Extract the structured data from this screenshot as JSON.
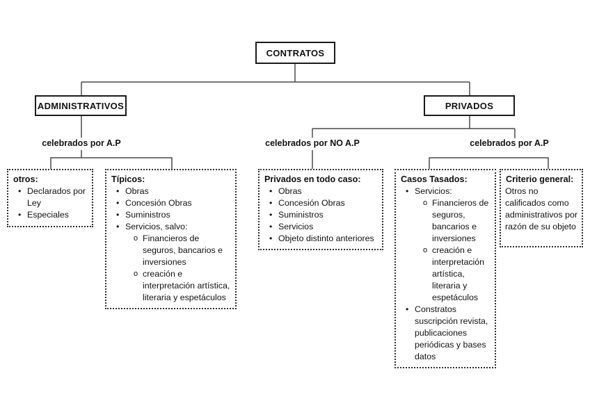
{
  "diagram": {
    "root": {
      "label": "CONTRATOS"
    },
    "level2": {
      "left": {
        "label": "ADMINISTRATIVOS"
      },
      "right": {
        "label": "PRIVADOS"
      }
    },
    "group_labels": {
      "admin_ap": "celebrados por A.P",
      "priv_no_ap": "celebrados por NO A.P",
      "priv_ap": "celebrados por A.P"
    },
    "boxes": {
      "otros": {
        "title": "otros:",
        "items": [
          {
            "level": 1,
            "text": "Declarados por Ley"
          },
          {
            "level": 1,
            "text": "Especiales"
          }
        ]
      },
      "tipicos": {
        "title": "Típicos:",
        "items": [
          {
            "level": 1,
            "text": "Obras"
          },
          {
            "level": 1,
            "text": "Concesión Obras"
          },
          {
            "level": 1,
            "text": "Suministros"
          },
          {
            "level": 1,
            "text": "Servicios, salvo:"
          },
          {
            "level": 2,
            "text": "Financieros de seguros, bancarios e inversiones"
          },
          {
            "level": 2,
            "text": "creación e interpretación artística, literaria y espetáculos"
          }
        ]
      },
      "privados_en_todo_caso": {
        "title": "Privados en todo caso:",
        "items": [
          {
            "level": 1,
            "text": "Obras"
          },
          {
            "level": 1,
            "text": "Concesión Obras"
          },
          {
            "level": 1,
            "text": "Suministros"
          },
          {
            "level": 1,
            "text": "Servicios"
          },
          {
            "level": 1,
            "text": "Objeto distinto anteriores"
          }
        ]
      },
      "casos_tasados": {
        "title": "Casos Tasados:",
        "items": [
          {
            "level": 1,
            "text": "Servicios:"
          },
          {
            "level": 2,
            "text": "Financieros de seguros, bancarios e inversiones"
          },
          {
            "level": 2,
            "text": "creación e interpretación artística, literaria y espetáculos"
          },
          {
            "level": 1,
            "text": "Constratos suscripción revista, publicaciones periódicas y bases datos"
          }
        ]
      },
      "criterio_general": {
        "title": "Criterio general:",
        "body": "Otros no calificados como administrativos por razón de su objeto"
      }
    },
    "colors": {
      "background": "#ffffff",
      "box_border": "#1a1a1a",
      "dashed_border": "#2f2f2f",
      "connector_line": "#4a4a4a",
      "text": "#111111"
    }
  }
}
